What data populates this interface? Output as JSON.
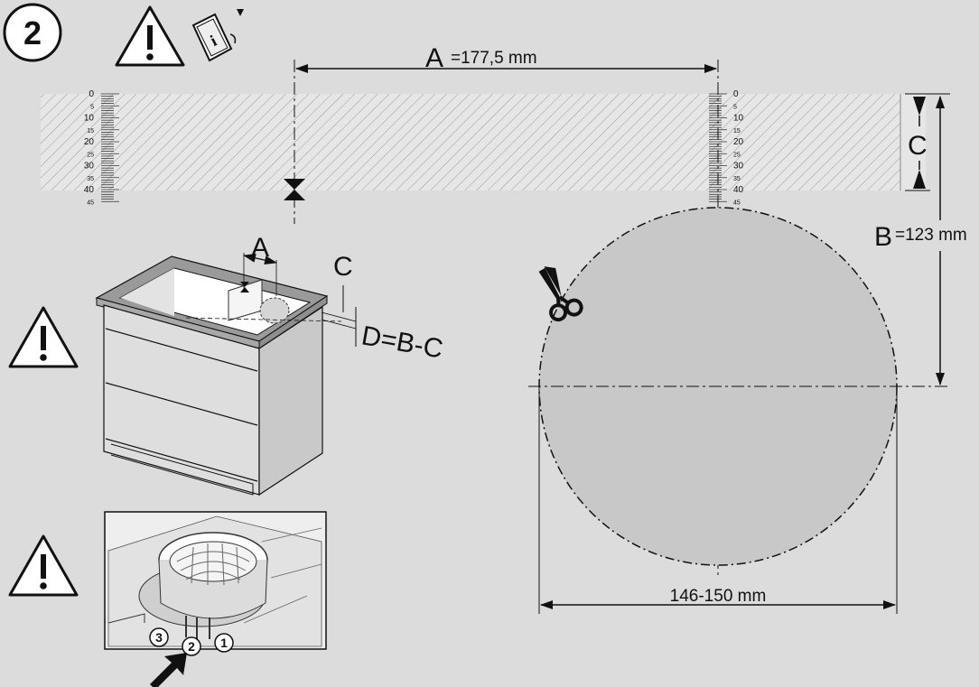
{
  "step": {
    "number": "2"
  },
  "dimensions": {
    "a_letter": "A",
    "a_value": "=177,5 mm",
    "b_letter": "B",
    "b_value": "=123 mm",
    "c_letter": "C",
    "diameter": "146-150 mm",
    "cabinet_a": "A",
    "cabinet_c": "C",
    "formula": "D=B-C"
  },
  "ruler": {
    "ticks": [
      "0",
      "5",
      "10",
      "15",
      "20",
      "25",
      "30",
      "35",
      "40",
      "45"
    ]
  },
  "callouts": [
    "3",
    "2",
    "1"
  ],
  "icons": {
    "warning": "warning-triangle-icon",
    "manual": "read-manual-icon",
    "scissors": "scissors-icon",
    "arrow": "push-arrow-icon"
  }
}
